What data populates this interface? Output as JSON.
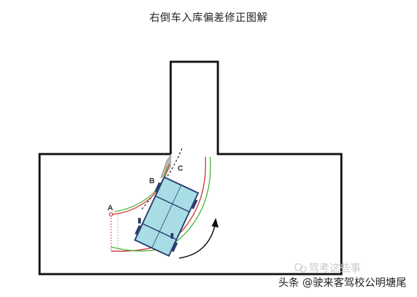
{
  "title": "右倒车入库偏差修正图解",
  "labels": {
    "a": "A",
    "b": "B",
    "c": "C"
  },
  "watermark_faint": "驾考这些事",
  "watermark_bottom": "头条 @驶来客驾校公明塘尾",
  "colors": {
    "outline": "#111111",
    "car_body": "#a9dde6",
    "car_stroke": "#2a3f6e",
    "arc_red": "#d03a3a",
    "arc_green": "#49b53c",
    "cone": "#b9b9b9",
    "arrow": "#111111"
  }
}
